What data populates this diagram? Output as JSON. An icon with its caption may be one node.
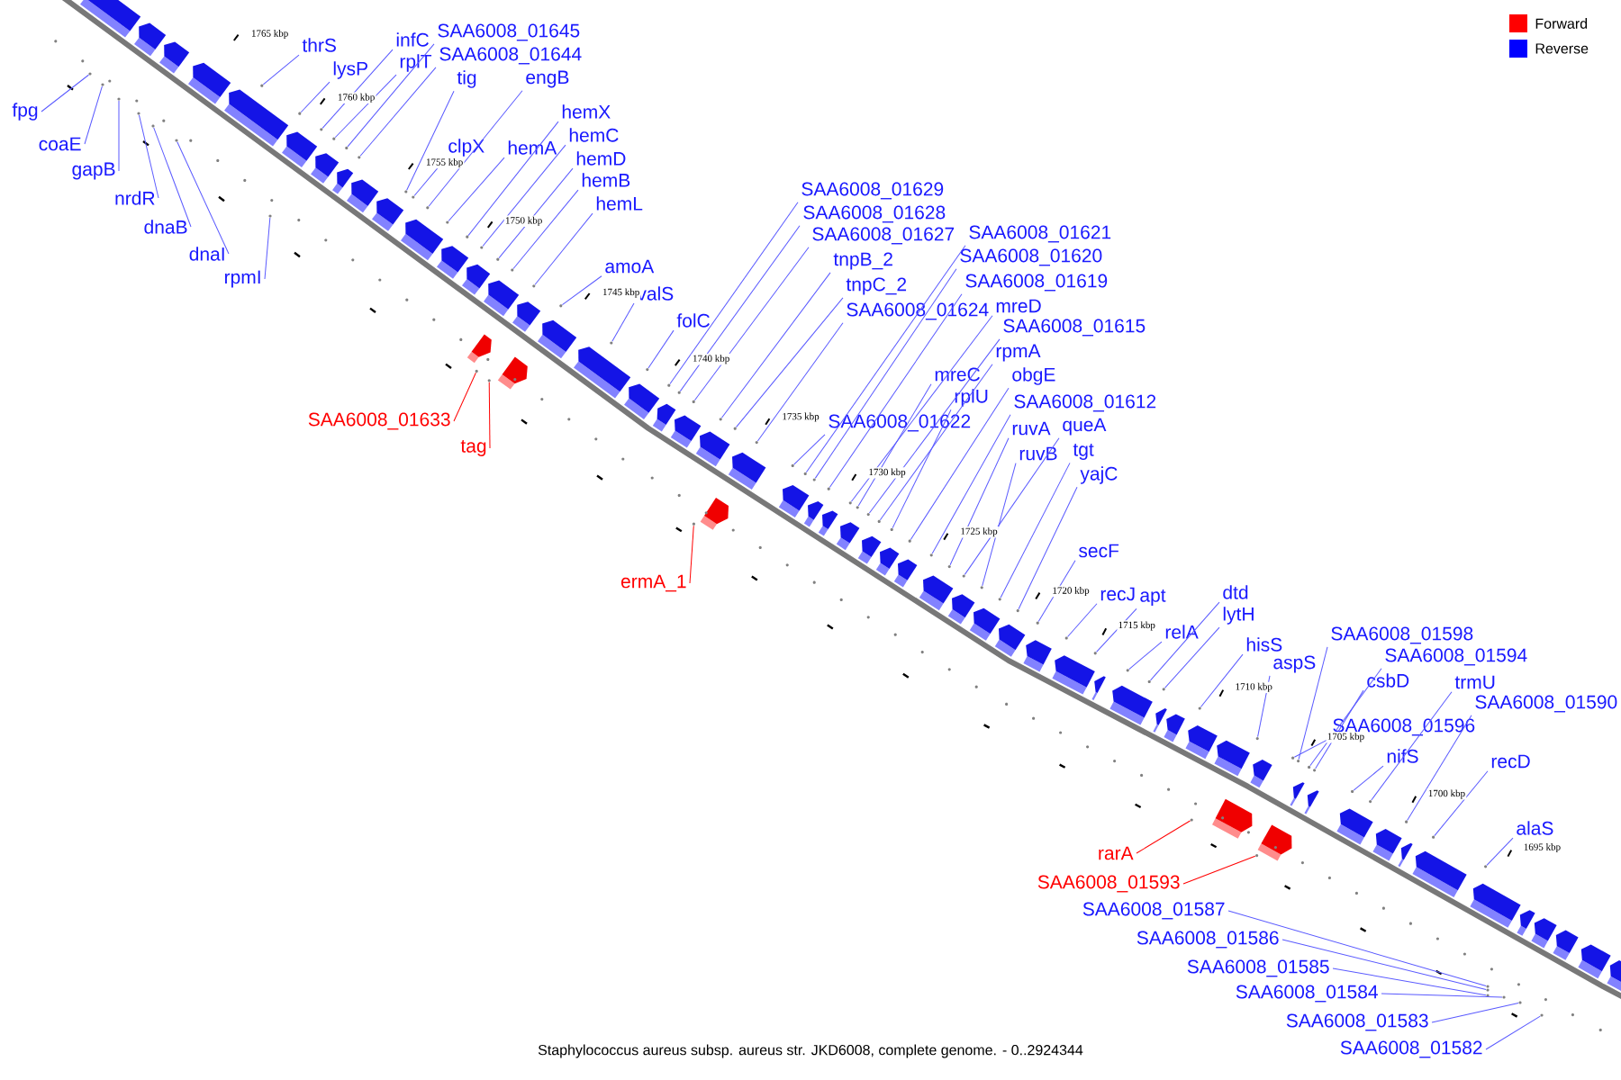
{
  "diagram": {
    "caption": "Staphylococcus aureus subsp. aureus str. JKD6008, complete genome. - 0..2924344",
    "nodes": [
      {
        "text": [
          "fpg"
        ]
      },
      {
        "text": [
          "coaE"
        ]
      },
      {
        "text": [
          "gapB"
        ]
      },
      {
        "text": [
          "nrdR"
        ]
      },
      {
        "text": [
          "dnaB"
        ]
      },
      {
        "text": [
          "dnaI"
        ]
      },
      {
        "text": [
          "rpmI"
        ]
      },
      {
        "text": [
          "thrS"
        ]
      },
      {
        "text": [
          "lysP"
        ]
      },
      {
        "text": [
          "infC"
        ]
      },
      {
        "text": [
          "rplT"
        ]
      },
      {
        "text": [
          "SAA6008_01645"
        ]
      },
      {
        "text": [
          "SAA6008_01644"
        ]
      },
      {
        "text": [
          "tig"
        ]
      },
      {
        "text": [
          "engB"
        ]
      },
      {
        "text": [
          "clpX"
        ]
      },
      {
        "text": [
          "hemA"
        ]
      },
      {
        "text": [
          "hemX"
        ]
      },
      {
        "text": [
          "hemC"
        ]
      },
      {
        "text": [
          "hemD"
        ]
      },
      {
        "text": [
          "hemB"
        ]
      },
      {
        "text": [
          "hemL"
        ]
      },
      {
        "text": [
          "amoA"
        ]
      },
      {
        "text": [
          "valS"
        ]
      },
      {
        "text": [
          "folC"
        ]
      },
      {
        "text": [
          "SAA6008_01629"
        ]
      },
      {
        "text": [
          "SAA6008_01628"
        ]
      },
      {
        "text": [
          "SAA6008_01627"
        ]
      },
      {
        "text": [
          "tnpB_2"
        ]
      },
      {
        "text": [
          "tnpC_2"
        ]
      },
      {
        "text": [
          "SAA6008_01624"
        ]
      },
      {
        "text": [
          "SAA6008_01622"
        ]
      },
      {
        "text": [
          "SAA6008_01621"
        ]
      },
      {
        "text": [
          "SAA6008_01620"
        ]
      },
      {
        "text": [
          "SAA6008_01619"
        ]
      },
      {
        "text": [
          "mreD"
        ]
      },
      {
        "text": [
          "SAA6008_01615"
        ]
      },
      {
        "text": [
          "rpmA"
        ]
      },
      {
        "text": [
          "mreC"
        ]
      },
      {
        "text": [
          "rplU"
        ]
      },
      {
        "text": [
          "obgE"
        ]
      },
      {
        "text": [
          "SAA6008_01612"
        ]
      },
      {
        "text": [
          "ruvA"
        ]
      },
      {
        "text": [
          "queA"
        ]
      },
      {
        "text": [
          "ruvB"
        ]
      },
      {
        "text": [
          "tgt"
        ]
      },
      {
        "text": [
          "yajC"
        ]
      },
      {
        "text": [
          "secF"
        ]
      },
      {
        "text": [
          "recJ"
        ]
      },
      {
        "text": [
          "apt"
        ]
      },
      {
        "text": [
          "relA"
        ]
      },
      {
        "text": [
          "dtd"
        ]
      },
      {
        "text": [
          "lytH"
        ]
      },
      {
        "text": [
          "hisS"
        ]
      },
      {
        "text": [
          "aspS"
        ]
      },
      {
        "text": [
          "SAA6008_01598"
        ]
      },
      {
        "text": [
          "SAA6008_01594"
        ]
      },
      {
        "text": [
          "csbD"
        ]
      },
      {
        "text": [
          "SAA6008_01596"
        ]
      },
      {
        "text": [
          "nifS"
        ]
      },
      {
        "text": [
          "trmU"
        ]
      },
      {
        "text": [
          "SAA6008_01590"
        ]
      },
      {
        "text": [
          "recD"
        ]
      },
      {
        "text": [
          "alaS"
        ]
      },
      {
        "text": [
          "SAA6008_01587"
        ]
      },
      {
        "text": [
          "SAA6008_01586"
        ]
      },
      {
        "text": [
          "SAA6008_01585"
        ]
      },
      {
        "text": [
          "SAA6008_01584"
        ]
      },
      {
        "text": [
          "SAA6008_01583"
        ]
      },
      {
        "text": [
          "SAA6008_01582"
        ]
      },
      {
        "text": [
          "SAA6008_01633"
        ]
      },
      {
        "text": [
          "tag"
        ]
      },
      {
        "text": [
          "ermA_1"
        ]
      },
      {
        "text": [
          "rarA"
        ]
      },
      {
        "text": [
          "SAA6008_01593"
        ]
      },
      {
        "text": [],
        "shape": "circle"
      },
      {
        "text": [],
        "shape": "circle"
      },
      {
        "text": [],
        "shape": "circle"
      },
      {
        "text": [],
        "shape": "circle"
      },
      {
        "text": [],
        "shape": "circle"
      },
      {
        "text": [],
        "shape": "circle"
      },
      {
        "text": [],
        "shape": "circle"
      },
      {
        "text": [],
        "shape": "circle"
      },
      {
        "text": [],
        "shape": "circle"
      },
      {
        "text": [],
        "shape": "circle"
      },
      {
        "text": [],
        "shape": "circle"
      },
      {
        "text": [],
        "shape": "circle"
      },
      {
        "text": [],
        "shape": "circle"
      },
      {
        "text": [],
        "shape": "circle"
      },
      {
        "text": [],
        "shape": "circle"
      },
      {
        "text": [],
        "shape": "circle"
      },
      {
        "text": [],
        "shape": "circle"
      },
      {
        "text": [],
        "shape": "circle"
      },
      {
        "text": [],
        "shape": "circle"
      },
      {
        "text": [],
        "shape": "circle"
      },
      {
        "text": [],
        "shape": "circle"
      },
      {
        "text": [],
        "shape": "circle"
      },
      {
        "text": [],
        "shape": "circle"
      },
      {
        "text": [],
        "shape": "circle"
      },
      {
        "text": [],
        "shape": "circle"
      },
      {
        "text": [],
        "shape": "circle"
      },
      {
        "text": [],
        "shape": "circle"
      },
      {
        "text": [],
        "shape": "circle"
      },
      {
        "text": [],
        "shape": "circle"
      },
      {
        "text": [],
        "shape": "circle"
      },
      {
        "text": [],
        "shape": "circle"
      },
      {
        "text": [],
        "shape": "circle"
      },
      {
        "text": [],
        "shape": "circle"
      },
      {
        "text": [],
        "shape": "circle"
      },
      {
        "text": [],
        "shape": "circle"
      },
      {
        "text": [],
        "shape": "circle"
      },
      {
        "text": [],
        "shape": "circle"
      },
      {
        "text": [],
        "shape": "circle"
      },
      {
        "text": [],
        "shape": "circle"
      },
      {
        "text": [],
        "shape": "circle"
      },
      {
        "text": [],
        "shape": "circle"
      },
      {
        "text": [],
        "shape": "circle"
      },
      {
        "text": [],
        "shape": "circle"
      },
      {
        "text": [],
        "shape": "circle"
      },
      {
        "text": [],
        "shape": "circle"
      },
      {
        "text": [],
        "shape": "circle"
      },
      {
        "text": [],
        "shape": "circle"
      },
      {
        "text": [],
        "shape": "circle"
      },
      {
        "text": [],
        "shape": "circle"
      },
      {
        "text": [],
        "shape": "circle"
      },
      {
        "text": [],
        "shape": "circle"
      },
      {
        "text": [],
        "shape": "circle"
      },
      {
        "text": [],
        "shape": "circle"
      },
      {
        "text": [],
        "shape": "circle"
      },
      {
        "text": [],
        "shape": "circle"
      },
      {
        "text": [],
        "shape": "circle"
      },
      {
        "text": [],
        "shape": "circle"
      },
      {
        "text": [],
        "shape": "circle"
      },
      {
        "text": [],
        "shape": "circle"
      },
      {
        "text": [],
        "shape": "circle"
      },
      {
        "text": [],
        "shape": "circle"
      },
      {
        "text": [],
        "shape": "circle"
      },
      {
        "text": [],
        "shape": "circle"
      },
      {
        "text": [],
        "shape": "circle"
      },
      {
        "text": [],
        "shape": "circle"
      },
      {
        "text": [],
        "shape": "circle"
      },
      {
        "text": [],
        "shape": "circle"
      },
      {
        "text": [],
        "shape": "circle"
      },
      {
        "text": [],
        "shape": "circle"
      },
      {
        "text": [],
        "shape": "circle"
      },
      {
        "text": [],
        "shape": "circle"
      },
      {
        "text": [],
        "shape": "circle"
      },
      {
        "text": [],
        "shape": "circle"
      },
      {
        "text": [],
        "shape": "circle"
      },
      {
        "text": [],
        "shape": "circle"
      }
    ],
    "edges": [
      {
        "from": 0,
        "to": 75,
        "arrow": "none"
      },
      {
        "from": 1,
        "to": 76,
        "arrow": "none"
      },
      {
        "from": 2,
        "to": 77,
        "arrow": "none"
      },
      {
        "from": 3,
        "to": 78,
        "arrow": "none"
      },
      {
        "from": 4,
        "to": 79,
        "arrow": "none"
      },
      {
        "from": 5,
        "to": 80,
        "arrow": "none"
      },
      {
        "from": 6,
        "to": 81,
        "arrow": "none"
      },
      {
        "from": 7,
        "to": 82,
        "arrow": "none"
      },
      {
        "from": 8,
        "to": 83,
        "arrow": "none"
      },
      {
        "from": 9,
        "to": 84,
        "arrow": "none"
      },
      {
        "from": 10,
        "to": 85,
        "arrow": "none"
      },
      {
        "from": 11,
        "to": 86,
        "arrow": "none"
      },
      {
        "from": 12,
        "to": 87,
        "arrow": "none"
      },
      {
        "from": 13,
        "to": 88,
        "arrow": "none"
      },
      {
        "from": 14,
        "to": 89,
        "arrow": "none"
      },
      {
        "from": 15,
        "to": 90,
        "arrow": "none"
      },
      {
        "from": 16,
        "to": 91,
        "arrow": "none"
      },
      {
        "from": 17,
        "to": 92,
        "arrow": "none"
      },
      {
        "from": 18,
        "to": 93,
        "arrow": "none"
      },
      {
        "from": 19,
        "to": 94,
        "arrow": "none"
      },
      {
        "from": 20,
        "to": 95,
        "arrow": "none"
      },
      {
        "from": 21,
        "to": 96,
        "arrow": "none"
      },
      {
        "from": 22,
        "to": 97,
        "arrow": "none"
      },
      {
        "from": 23,
        "to": 98,
        "arrow": "none"
      },
      {
        "from": 24,
        "to": 99,
        "arrow": "none"
      },
      {
        "from": 25,
        "to": 100,
        "arrow": "none"
      },
      {
        "from": 26,
        "to": 101,
        "arrow": "none"
      },
      {
        "from": 27,
        "to": 102,
        "arrow": "none"
      },
      {
        "from": 28,
        "to": 103,
        "arrow": "none"
      },
      {
        "from": 29,
        "to": 104,
        "arrow": "none"
      },
      {
        "from": 30,
        "to": 105,
        "arrow": "none"
      },
      {
        "from": 31,
        "to": 106,
        "arrow": "none"
      },
      {
        "from": 32,
        "to": 107,
        "arrow": "none"
      },
      {
        "from": 33,
        "to": 108,
        "arrow": "none"
      },
      {
        "from": 34,
        "to": 109,
        "arrow": "none"
      },
      {
        "from": 35,
        "to": 110,
        "arrow": "none"
      },
      {
        "from": 36,
        "to": 111,
        "arrow": "none"
      },
      {
        "from": 37,
        "to": 112,
        "arrow": "none"
      },
      {
        "from": 38,
        "to": 113,
        "arrow": "none"
      },
      {
        "from": 39,
        "to": 114,
        "arrow": "none"
      },
      {
        "from": 40,
        "to": 115,
        "arrow": "none"
      },
      {
        "from": 41,
        "to": 116,
        "arrow": "none"
      },
      {
        "from": 42,
        "to": 117,
        "arrow": "none"
      },
      {
        "from": 43,
        "to": 118,
        "arrow": "none"
      },
      {
        "from": 44,
        "to": 119,
        "arrow": "none"
      },
      {
        "from": 45,
        "to": 120,
        "arrow": "none"
      },
      {
        "from": 46,
        "to": 121,
        "arrow": "none"
      },
      {
        "from": 47,
        "to": 122,
        "arrow": "none"
      },
      {
        "from": 48,
        "to": 123,
        "arrow": "none"
      },
      {
        "from": 49,
        "to": 124,
        "arrow": "none"
      },
      {
        "from": 50,
        "to": 125,
        "arrow": "none"
      },
      {
        "from": 51,
        "to": 126,
        "arrow": "none"
      },
      {
        "from": 52,
        "to": 127,
        "arrow": "none"
      },
      {
        "from": 53,
        "to": 128,
        "arrow": "none"
      },
      {
        "from": 54,
        "to": 129,
        "arrow": "none"
      },
      {
        "from": 55,
        "to": 130,
        "arrow": "none"
      },
      {
        "from": 56,
        "to": 131,
        "arrow": "none"
      },
      {
        "from": 57,
        "to": 132,
        "arrow": "none"
      },
      {
        "from": 58,
        "to": 133,
        "arrow": "none"
      },
      {
        "from": 59,
        "to": 134,
        "arrow": "none"
      },
      {
        "from": 60,
        "to": 135,
        "arrow": "none"
      },
      {
        "from": 61,
        "to": 136,
        "arrow": "none"
      },
      {
        "from": 62,
        "to": 137,
        "arrow": "none"
      },
      {
        "from": 63,
        "to": 138,
        "arrow": "none"
      },
      {
        "from": 64,
        "to": 139,
        "arrow": "none"
      },
      {
        "from": 65,
        "to": 140,
        "arrow": "none"
      },
      {
        "from": 66,
        "to": 141,
        "arrow": "none"
      },
      {
        "from": 67,
        "to": 142,
        "arrow": "none"
      },
      {
        "from": 68,
        "to": 143,
        "arrow": "none"
      },
      {
        "from": 69,
        "to": 144,
        "arrow": "none"
      },
      {
        "from": 70,
        "to": 145,
        "arrow": "none",
        "color": "#ff0000"
      },
      {
        "from": 71,
        "to": 146,
        "arrow": "none",
        "color": "#ff0000"
      },
      {
        "from": 72,
        "to": 147,
        "arrow": "none",
        "color": "#ff0000"
      },
      {
        "from": 73,
        "to": 148,
        "arrow": "none",
        "color": "#ff0000"
      },
      {
        "from": 74,
        "to": 149,
        "arrow": "none",
        "color": "#ff0000"
      }
    ],
    "labels": [
      "1765 kbp",
      "1760 kbp",
      "1755 kbp",
      "1750 kbp",
      "1745 kbp",
      "1740 kbp",
      "1735 kbp",
      "1730 kbp",
      "1725 kbp",
      "1720 kbp",
      "1715 kbp",
      "1710 kbp",
      "1705 kbp",
      "1700 kbp",
      "1695 kbp"
    ],
    "legend": [
      {
        "text": "Forward",
        "color": "#ff0000"
      },
      {
        "text": "Reverse",
        "color": "#0000ff"
      }
    ]
  }
}
